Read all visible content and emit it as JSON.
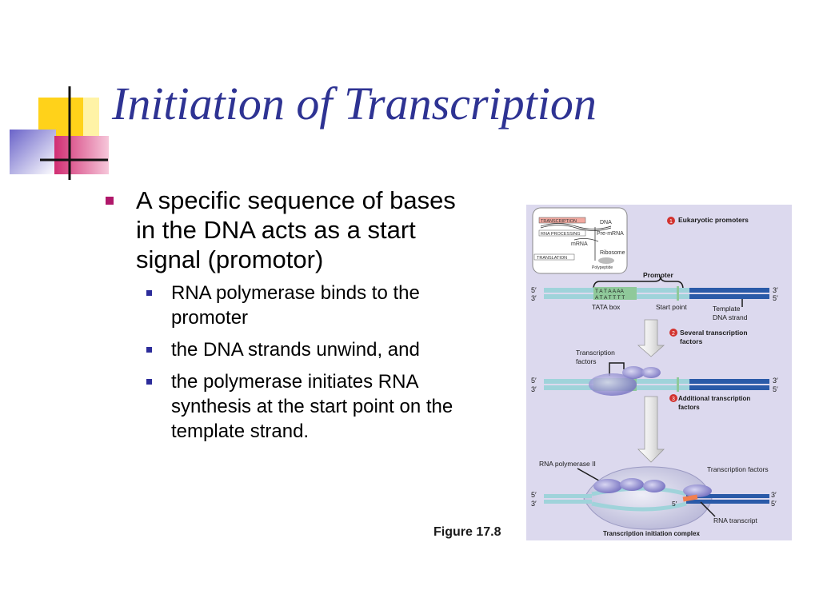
{
  "title": "Initiation of Transcription",
  "bullets": {
    "main": "A specific sequence of bases in the DNA acts as a start signal (promotor)",
    "sub": [
      "RNA polymerase binds to the promoter",
      "the DNA strands unwind, and",
      "the polymerase initiates RNA synthesis at the start point on the template strand."
    ]
  },
  "figure": {
    "caption": "Figure 17.8",
    "overview": {
      "transcription": "TRANSCRIPTION",
      "dna": "DNA",
      "rna_processing": "RNA PROCESSING",
      "pre_mrna": "Pre-mRNA",
      "mrna": "mRNA",
      "ribosome": "Ribosome",
      "translation": "TRANSLATION",
      "polypeptide": "Polypeptide"
    },
    "step1": {
      "number": "1",
      "label": "Eukaryotic promoters",
      "promoter": "Promoter",
      "seq_top": "T A T A A AA",
      "seq_bottom": "A T A T T T T",
      "five_prime": "5′",
      "three_prime": "3′",
      "tata_box": "TATA box",
      "start_point": "Start point",
      "template_line1": "Template",
      "template_line2": "DNA strand"
    },
    "step2": {
      "number": "2",
      "line1": "Several transcription",
      "line2": "factors",
      "tf_line1": "Transcription",
      "tf_line2": "factors"
    },
    "step3": {
      "number": "3",
      "line1": "Additional transcription",
      "line2": "factors",
      "rna_pol": "RNA polymerase II",
      "tf": "Transcription factors",
      "rna_transcript": "RNA transcript",
      "complex": "Transcription initiation complex"
    }
  },
  "colors": {
    "title": "#2e3393",
    "bullet_main": "#b0176a",
    "bullet_sub": "#2c2c9a",
    "figure_bg": "#dcd9ee",
    "dna_blue": "#2a5aa8",
    "dna_light": "#9fd3da",
    "promoter_green": "#8fc99a"
  }
}
